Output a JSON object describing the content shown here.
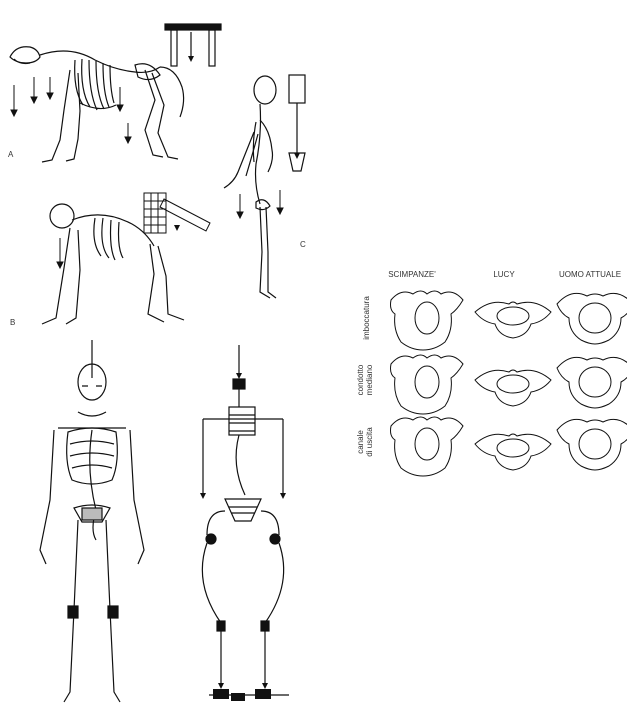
{
  "left_figure": {
    "panel_labels": {
      "a": "A",
      "b": "B",
      "c": "C"
    }
  },
  "pelvis_figure": {
    "columns": [
      "SCIMPANZE'",
      "LUCY",
      "UOMO ATTUALE"
    ],
    "rows": [
      {
        "line1": "imboccatura",
        "line2": ""
      },
      {
        "line1": "condotto",
        "line2": "mediano"
      },
      {
        "line1": "canale",
        "line2": "di uscita"
      }
    ]
  },
  "colors": {
    "ink": "#111111",
    "paper": "#ffffff"
  }
}
